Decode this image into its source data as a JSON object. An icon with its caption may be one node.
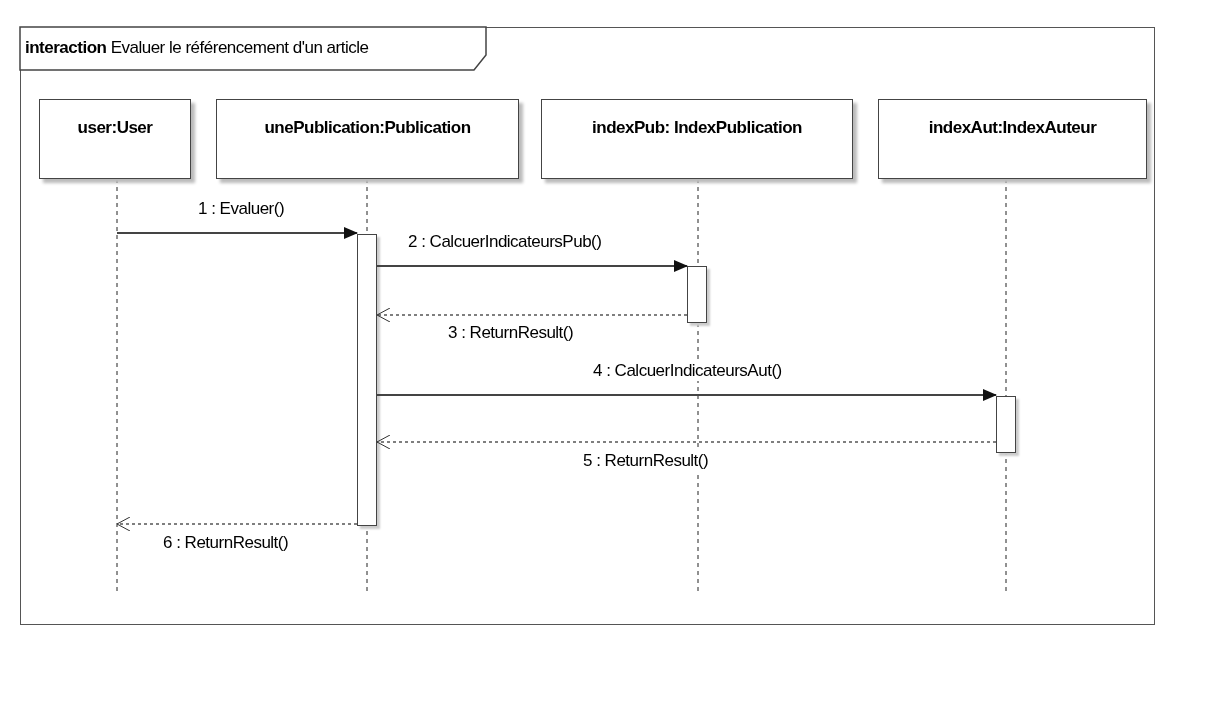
{
  "diagram": {
    "nodes": [
      {
        "text": [
          "**interaction** Evaluer le référencement d'un article"
        ]
      },
      {
        "text": [
          "user:User"
        ],
        "in": 0
      },
      {
        "text": [
          "unePublication:Publication"
        ],
        "in": 0
      },
      {
        "text": [
          "indexPub: IndexPublication"
        ],
        "in": 0
      },
      {
        "text": [
          "indexAut:IndexAuteur"
        ],
        "in": 0
      },
      {
        "text": [],
        "shape": "bar",
        "in": 2
      },
      {
        "text": [],
        "shape": "bar",
        "in": 3
      },
      {
        "text": [],
        "shape": "bar",
        "in": 4
      }
    ],
    "edges": [
      {
        "from": 1,
        "to": 5,
        "arrow": "to",
        "label": "1 : Evaluer()"
      },
      {
        "from": 5,
        "to": 6,
        "arrow": "to",
        "label": "2 : CalcuerIndicateursPub()"
      },
      {
        "from": 6,
        "to": 5,
        "arrow": "to",
        "label": "3 : ReturnResult()",
        "style": "dashed"
      },
      {
        "from": 5,
        "to": 7,
        "arrow": "to",
        "label": "4 : CalcuerIndicateursAut()"
      },
      {
        "from": 7,
        "to": 5,
        "arrow": "to",
        "label": "5 : ReturnResult()",
        "style": "dashed"
      },
      {
        "from": 5,
        "to": 1,
        "arrow": "to",
        "label": "6 : ReturnResult()",
        "style": "dashed"
      }
    ]
  }
}
